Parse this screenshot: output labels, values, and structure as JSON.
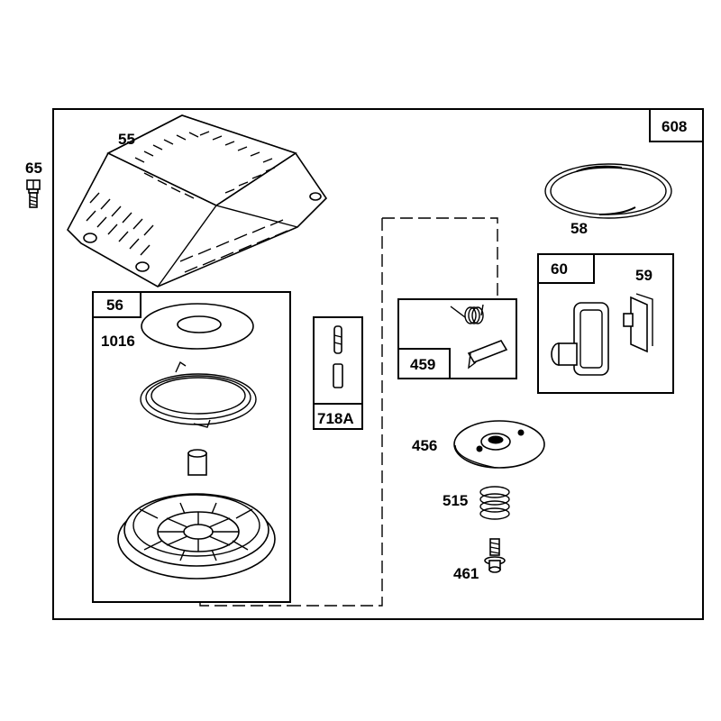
{
  "diagram": {
    "outer_label": "608",
    "callouts": {
      "p55": "55",
      "p65": "65",
      "p58": "58",
      "p60": "60",
      "p59": "59",
      "p56": "56",
      "p1016": "1016",
      "p718a": "718A",
      "p459": "459",
      "p456": "456",
      "p515": "515",
      "p461": "461"
    }
  }
}
